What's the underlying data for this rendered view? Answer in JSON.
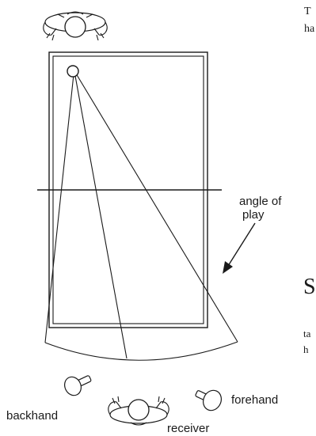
{
  "labels": {
    "angle_of_play": [
      "angle of",
      "play"
    ],
    "backhand": "backhand",
    "forehand": "forehand",
    "receiver": "receiver"
  },
  "page_fragments": {
    "top_right_line1": "T",
    "top_right_line2": "ha",
    "heading_letter": "S",
    "bottom_right_line1": "ta",
    "bottom_right_line2": "h"
  },
  "icons": {
    "server_player": "player-topdown-icon",
    "receiver_player": "player-topdown-icon",
    "backhand_paddle": "paddle-icon",
    "forehand_paddle": "paddle-icon",
    "ball": "ball-icon",
    "arrow": "arrow-icon"
  },
  "colors": {
    "ink": "#1a1a1a",
    "background": "#ffffff"
  }
}
